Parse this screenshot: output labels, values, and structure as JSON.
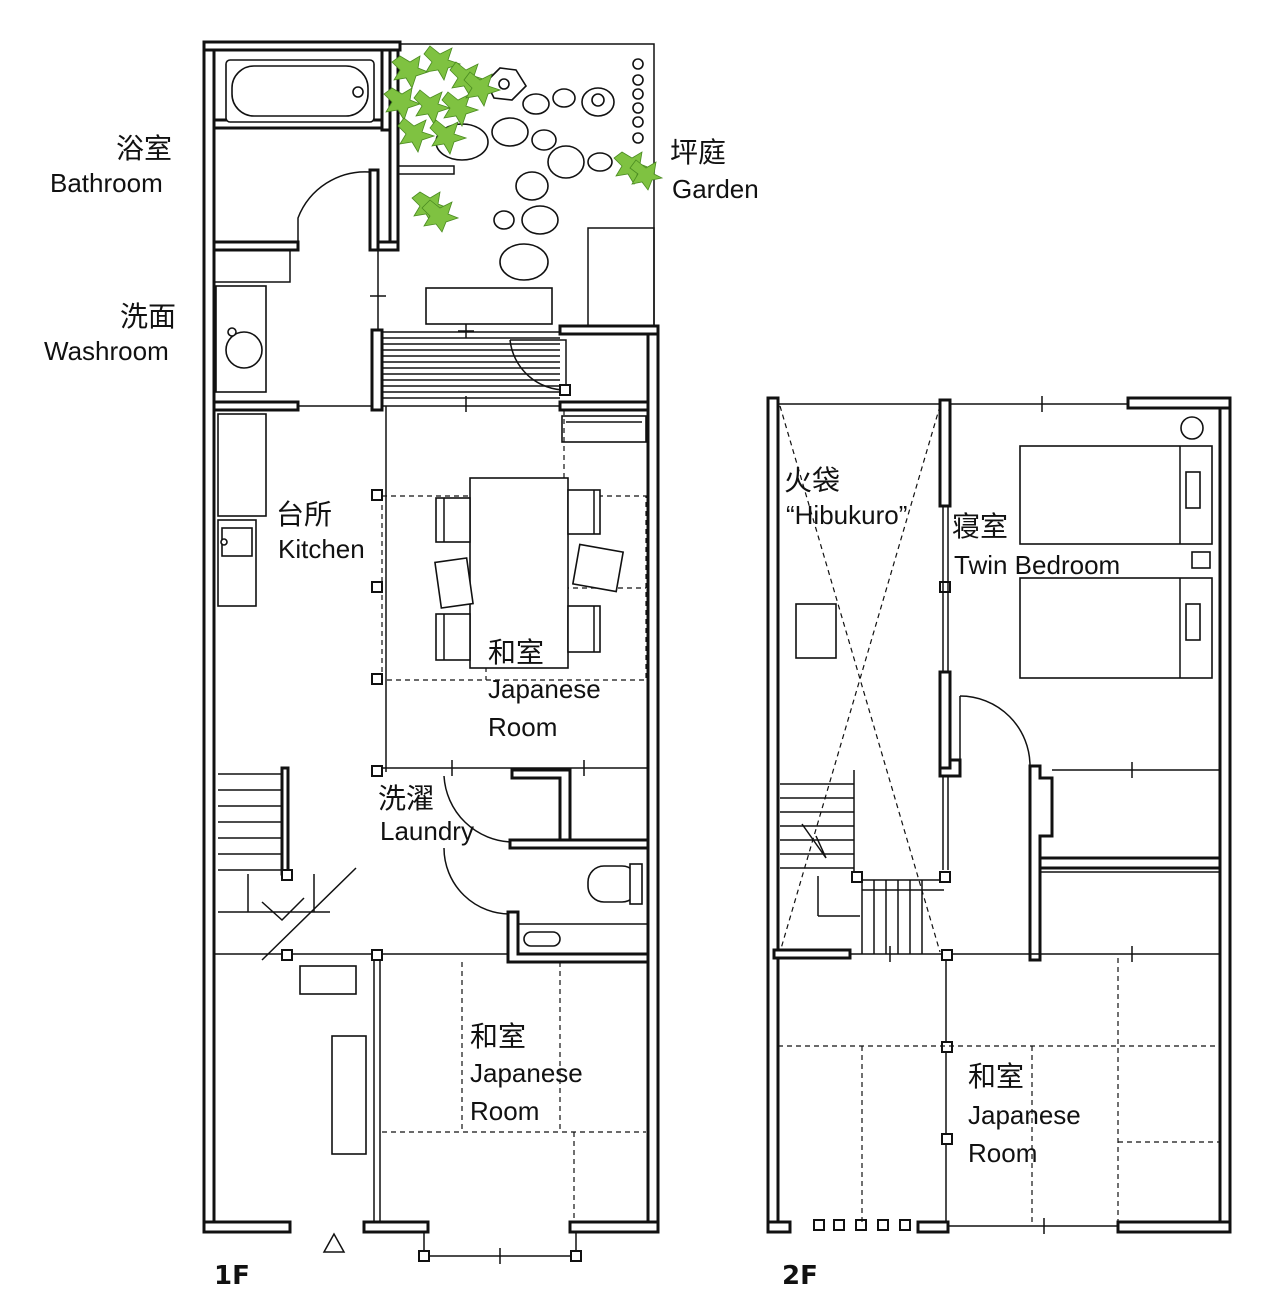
{
  "floors": {
    "first": "1F",
    "second": "2F"
  },
  "rooms_1f": {
    "bathroom": {
      "jp": "浴室",
      "en": "Bathroom"
    },
    "washroom": {
      "jp": "洗面",
      "en": "Washroom"
    },
    "garden": {
      "jp": "坪庭",
      "en": "Garden"
    },
    "kitchen": {
      "jp": "台所",
      "en": "Kitchen"
    },
    "japanese_room_a": {
      "jp": "和室",
      "en1": "Japanese",
      "en2": "Room"
    },
    "laundry": {
      "jp": "洗濯",
      "en": "Laundry"
    },
    "japanese_room_b": {
      "jp": "和室",
      "en1": "Japanese",
      "en2": "Room"
    }
  },
  "rooms_2f": {
    "hibukuro": {
      "jp": "火袋",
      "en": "“Hibukuro”"
    },
    "bedroom": {
      "jp": "寝室",
      "en": "Twin Bedroom"
    },
    "japanese_room": {
      "jp": "和室",
      "en1": "Japanese",
      "en2": "Room"
    }
  },
  "colors": {
    "line": "#111111",
    "plant": "#7fc241",
    "plant_edge": "#4a8b20",
    "background": "#ffffff"
  }
}
